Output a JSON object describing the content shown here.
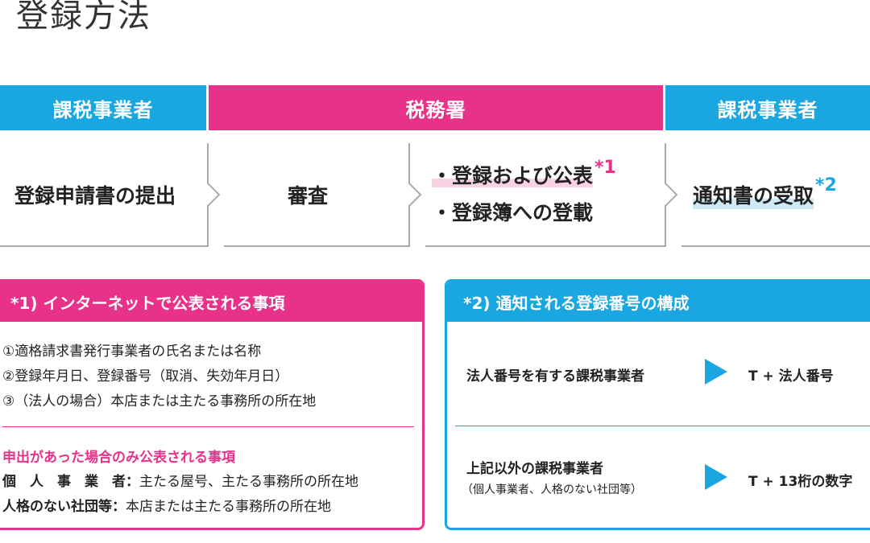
{
  "title": "登録方法",
  "headers": [
    "課税事業者",
    "税務署",
    "課税事業者"
  ],
  "steps": {
    "s1": "登録申請書の提出",
    "s2": "審査",
    "s3a": "・登録および公表",
    "s3a_mark": "*1",
    "s3b": "・登録簿への登載",
    "s4": "通知書の受取",
    "s4_mark": "*2"
  },
  "box1": {
    "title": "*1) インターネットで公表される事項",
    "items": [
      "①適格請求書発行事業者の氏名または名称",
      "②登録年月日、登録番号（取消、失効年月日）",
      "③（法人の場合）本店または主たる事務所の所在地"
    ],
    "sub_title": "申出があった場合のみ公表される事項",
    "sub_items": [
      {
        "label": "個　人　事　業　者：",
        "text": "主たる屋号、主たる事務所の所在地"
      },
      {
        "label": "人格のない社団等：",
        "text": "本店または主たる事務所の所在地"
      }
    ]
  },
  "box2": {
    "title": "*2) 通知される登録番号の構成",
    "rows": [
      {
        "label": "法人番号を有する課税事業者",
        "sub": "",
        "result": "T + 法人番号"
      },
      {
        "label": "上記以外の課税事業者",
        "sub": "（個人事業者、人格のない社団等）",
        "result": "T + 13桁の数字"
      }
    ]
  },
  "colors": {
    "pink": "#e8328a",
    "blue": "#1aa6e0",
    "gray": "#aaaaaa"
  }
}
